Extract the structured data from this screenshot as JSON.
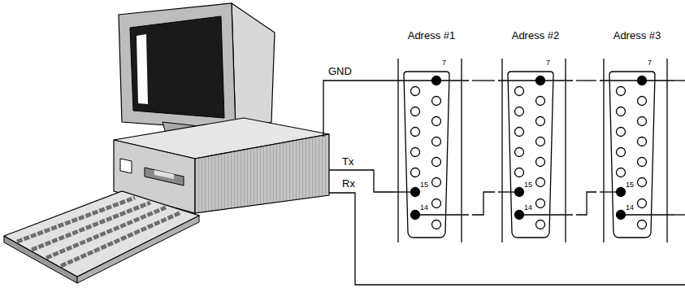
{
  "diagram": {
    "nodes": [
      {
        "text": [
          "Adress #1"
        ]
      },
      {
        "text": [
          "Adress #2"
        ]
      },
      {
        "text": [
          "Adress #3"
        ]
      }
    ],
    "edges": [
      {
        "from": 0,
        "to": 1,
        "arrow": "none"
      },
      {
        "from": 1,
        "to": 2,
        "arrow": "none"
      },
      {
        "from": 0,
        "to": 1,
        "arrow": "none"
      },
      {
        "from": 1,
        "to": 2,
        "arrow": "none"
      }
    ],
    "labels": [
      "GND",
      "Tx",
      "Rx",
      "7",
      "15",
      "14",
      "7",
      "15",
      "14",
      "7",
      "15",
      "14"
    ]
  }
}
